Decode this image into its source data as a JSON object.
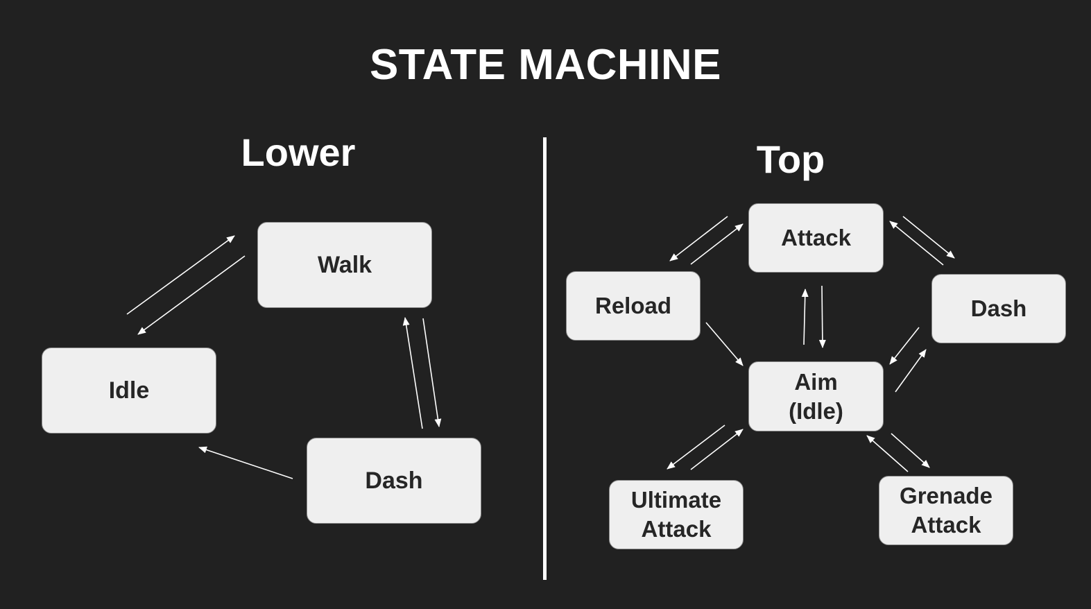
{
  "title": "STATE MACHINE",
  "lower": {
    "heading": "Lower",
    "states": {
      "walk": "Walk",
      "idle": "Idle",
      "dash": "Dash"
    }
  },
  "top": {
    "heading": "Top",
    "states": {
      "attack": "Attack",
      "reload": "Reload",
      "dash": "Dash",
      "aim": "Aim\n(Idle)",
      "ultimate": "Ultimate\nAttack",
      "grenade": "Grenade\nAttack"
    }
  },
  "colors": {
    "background": "#212121",
    "node_fill": "#efefef",
    "node_text": "#262626",
    "arrow": "#ffffff"
  }
}
